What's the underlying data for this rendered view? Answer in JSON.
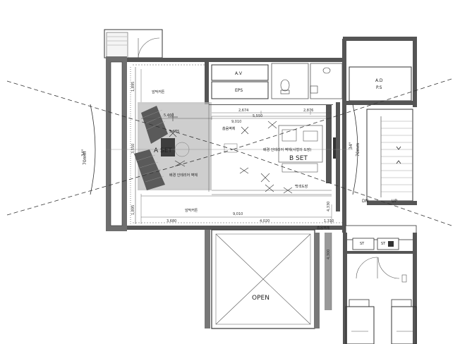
{
  "rooms": {
    "av": "A.V",
    "eps": "EPS",
    "ad": "A.D",
    "ps": "P.S",
    "st_left": "ST",
    "st_right": "ST",
    "open": "OPEN"
  },
  "sets": {
    "a_set": "A SET",
    "b_set": "B SET"
  },
  "notes": {
    "blackout_top": "암막커튼",
    "blackout_bottom": "암막커튼",
    "absorb_wall_top": "흡음벽체",
    "absorb_wall_bottom": "흡음벽체",
    "bg_interior_wall_b": "배경 인테리어 벽체(사형의 도장)",
    "bg_interior_wall_a": "배경 인테리어 벽체",
    "white_paint": "백색도장"
  },
  "angles": {
    "left_deg": "34°",
    "left_mm": "70mm",
    "right_deg": "34°",
    "right_mm": "70mm"
  },
  "dimensions": {
    "d_1895_top": "1,895",
    "d_2674": "2,674",
    "d_5550": "5,550",
    "d_2876": "2,876",
    "d_5460": "5,460",
    "d_9010_top": "9,010",
    "d_5605": "5,605",
    "d_3550": "3,550",
    "d_1895_bottom": "1,895",
    "d_9010_bottom": "9,010",
    "d_3680": "3,680",
    "d_4020": "4,020",
    "d_1310": "1,310",
    "d_4330": "4,330",
    "d_4300": "4,300"
  },
  "stairs": {
    "dn": "DN",
    "up": "UP"
  }
}
